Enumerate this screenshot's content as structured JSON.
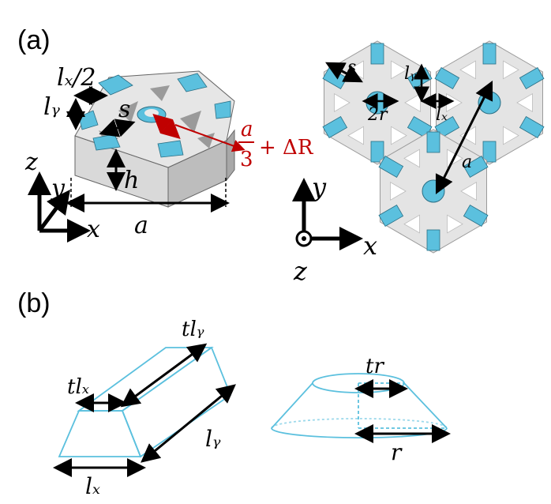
{
  "panel_a": {
    "label": "(a)",
    "hexagon_3d": {
      "lx_half": "lₓ/2",
      "ly": "lᵧ",
      "s": "s",
      "h": "h",
      "a": "a",
      "frac_num": "a",
      "frac_den": "3",
      "frac_rest": "+ ΔR",
      "axis_z": "z",
      "axis_y": "y",
      "axis_x": "x"
    },
    "lattice": {
      "s": "s",
      "ly": "lᵧ",
      "two_r": "2r",
      "lx": "lₓ",
      "a": "a",
      "axis_y": "y",
      "axis_x": "x",
      "axis_z": "z"
    }
  },
  "panel_b": {
    "label": "(b)",
    "prism": {
      "t_lx": "tlₓ",
      "t_ly": "tlᵧ",
      "ly": "lᵧ",
      "lx": "lₓ"
    },
    "cone": {
      "tr": "tr",
      "r": "r"
    }
  },
  "colors": {
    "cyan": "#5bc0de",
    "cyan_light": "#7fd0e6",
    "gray_face": "#e4e4e4",
    "gray_side": "#c8c8c8",
    "red": "#c00000"
  }
}
